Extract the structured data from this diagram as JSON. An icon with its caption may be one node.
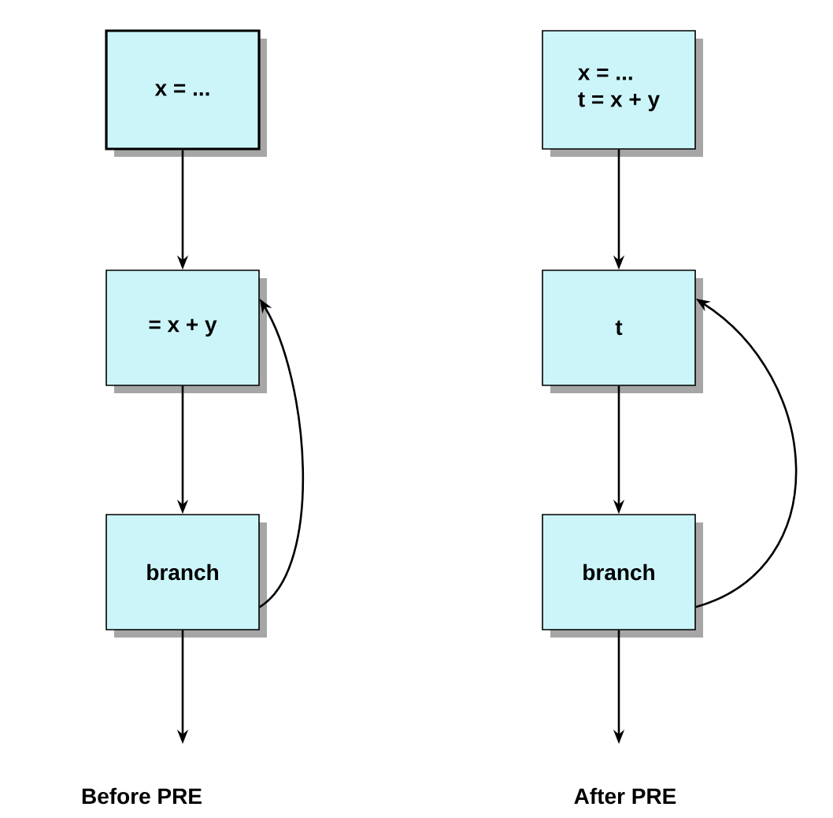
{
  "diagram": {
    "nodes": [
      {
        "text": [
          "x = ..."
        ]
      },
      {
        "text": [
          "= x + y"
        ]
      },
      {
        "text": [
          "branch"
        ]
      },
      {
        "text": [
          "x = ...",
          "t = x + y"
        ]
      },
      {
        "text": [
          "t"
        ]
      },
      {
        "text": [
          "branch"
        ]
      }
    ],
    "edges": [
      {
        "from": 0,
        "to": 1,
        "arrow": "to"
      },
      {
        "from": 1,
        "to": 2,
        "arrow": "to"
      },
      {
        "from": 2,
        "to": null,
        "arrow": "to"
      },
      {
        "from": 2,
        "to": 1,
        "arrow": "to"
      },
      {
        "from": 3,
        "to": 4,
        "arrow": "to"
      },
      {
        "from": 4,
        "to": 5,
        "arrow": "to"
      },
      {
        "from": 5,
        "to": null,
        "arrow": "to"
      },
      {
        "from": 5,
        "to": 4,
        "arrow": "to"
      }
    ],
    "labels": [
      "Before PRE",
      "After PRE"
    ]
  }
}
